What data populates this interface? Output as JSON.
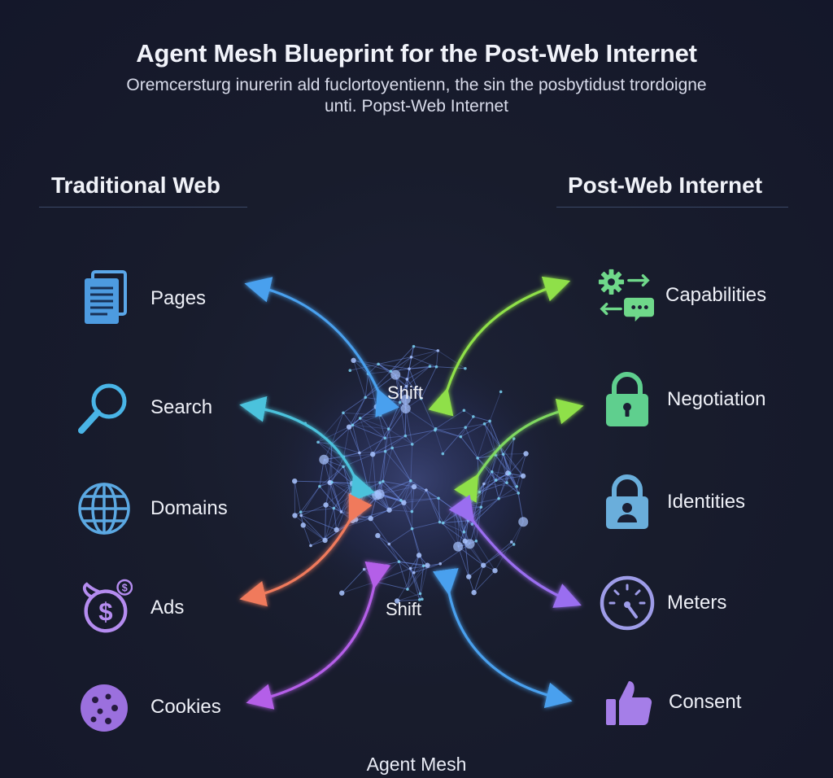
{
  "title": "Agent Mesh Blueprint for the Post-Web Internet",
  "subtitle_line1": "Oremcersturg inurerin ald fuclortoyentienn, the sin the posbytidust trordoigne",
  "subtitle_line2": "unti. Popst-Web Internet",
  "left_column": {
    "heading": "Traditional Web",
    "items": [
      {
        "label": "Pages",
        "icon": "document-icon",
        "color": "#5aa6e8"
      },
      {
        "label": "Search",
        "icon": "magnifier-icon",
        "color": "#49b4e6"
      },
      {
        "label": "Domains",
        "icon": "globe-icon",
        "color": "#5ba8e2"
      },
      {
        "label": "Ads",
        "icon": "money-bag-icon",
        "color": "#b58cf0"
      },
      {
        "label": "Cookies",
        "icon": "cookie-icon",
        "color": "#a070e0"
      }
    ]
  },
  "right_column": {
    "heading": "Post-Web Internet",
    "items": [
      {
        "label": "Capabilities",
        "icon": "gear-chat-icon",
        "color": "#6fd88a"
      },
      {
        "label": "Negotiation",
        "icon": "padlock-icon",
        "color": "#5fcf8e"
      },
      {
        "label": "Identities",
        "icon": "user-lock-icon",
        "color": "#6aaedb"
      },
      {
        "label": "Meters",
        "icon": "gauge-icon",
        "color": "#9e9ce8"
      },
      {
        "label": "Consent",
        "icon": "thumbs-up-icon",
        "color": "#a57ee8"
      }
    ]
  },
  "center": {
    "shift_top": "Shift",
    "shift_bottom": "Shift",
    "footer": "Agent Mesh"
  },
  "colors": {
    "background": "#171b2b",
    "arrow_blue": "#4aa0ee",
    "arrow_teal": "#4cc2dc",
    "arrow_green": "#8fe048",
    "arrow_orange": "#f07a5c",
    "arrow_purple": "#b45ee8",
    "node": "#8fb0ff"
  }
}
